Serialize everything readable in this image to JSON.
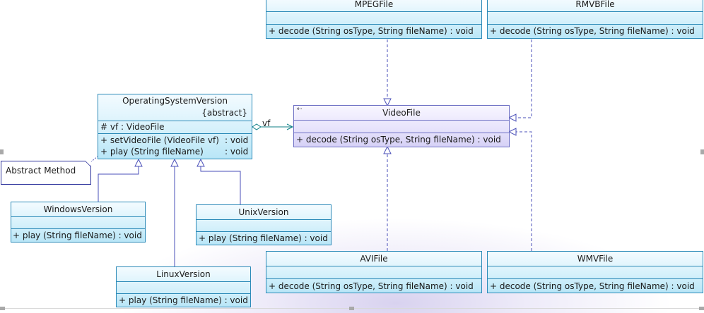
{
  "classes": {
    "mpeg": {
      "name": "MPEGFile",
      "op": "+ decode (String osType, String fileName)  : void"
    },
    "rmvb": {
      "name": "RMVBFile",
      "op": "+ decode (String osType, String fileName)  : void"
    },
    "avi": {
      "name": "AVIFile",
      "op": "+ decode (String osType, String fileName)  : void"
    },
    "wmv": {
      "name": "WMVFile",
      "op": "+ decode (String osType, String fileName)  : void"
    },
    "videofile": {
      "name": "VideoFile",
      "op": "+ decode (String osType, String fileName)  : void"
    },
    "osv": {
      "name": "OperatingSystemVersion",
      "stereotype": "{abstract}",
      "attr": "# vf  : VideoFile",
      "op1_sig": "+ setVideoFile (VideoFile vf)",
      "op1_ret": ": void",
      "op2_sig": "+ play (String fileName)",
      "op2_ret": ": void"
    },
    "windows": {
      "name": "WindowsVersion",
      "op": "+ play (String fileName)  : void"
    },
    "unix": {
      "name": "UnixVersion",
      "op": "+ play (String fileName)  : void"
    },
    "linux": {
      "name": "LinuxVersion",
      "op": "+ play (String fileName)  : void"
    }
  },
  "note": {
    "text": "Abstract Method"
  },
  "association": {
    "role": "vf"
  },
  "colors": {
    "class_border": "#2c8ab8",
    "interface_border": "#6d6fc4",
    "connector": "#4a4fb8"
  }
}
